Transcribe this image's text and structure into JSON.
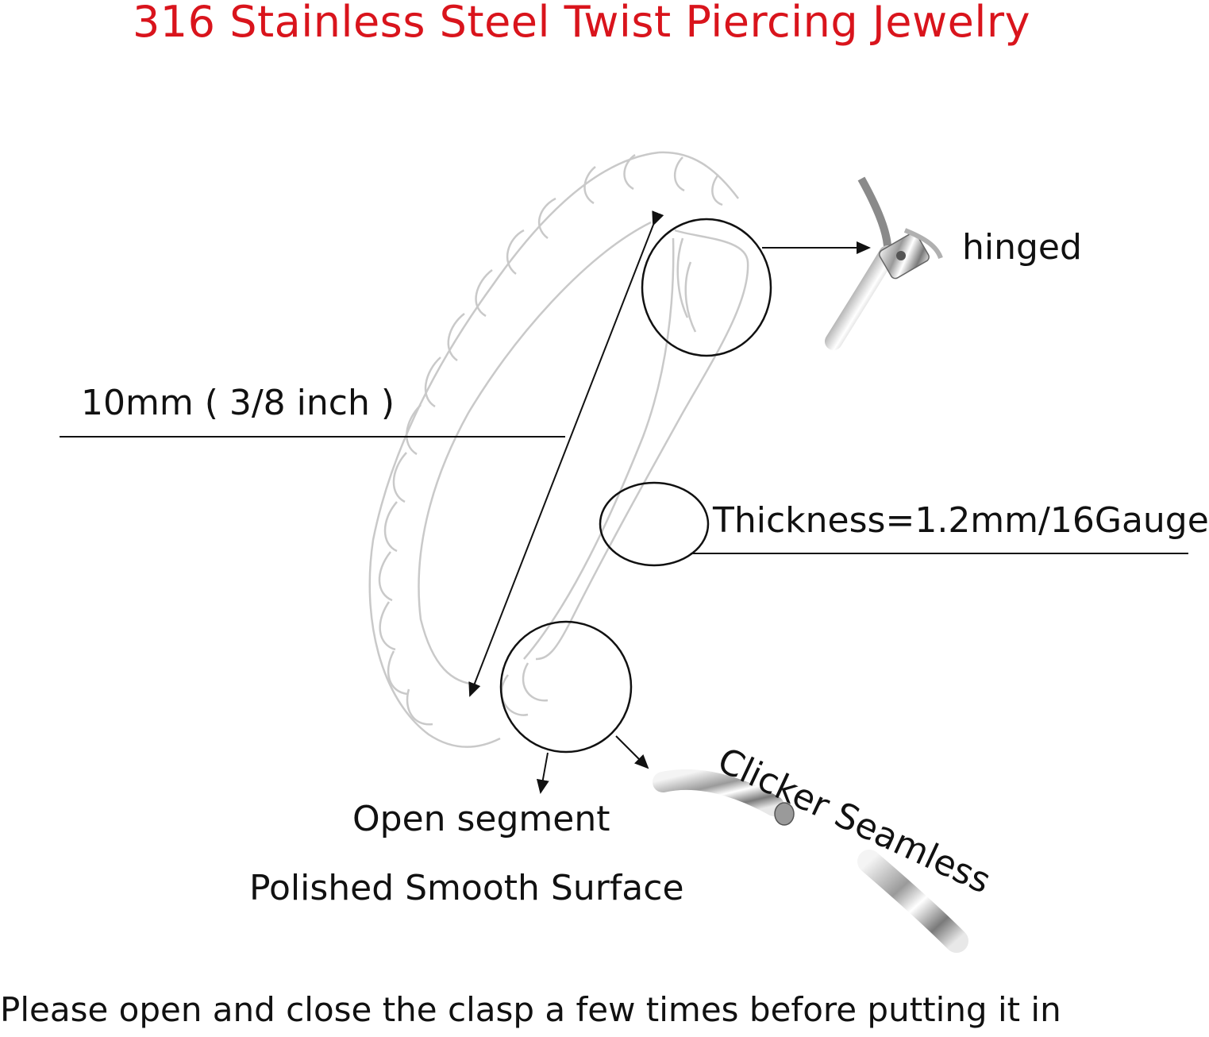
{
  "title": "316 Stainless Steel Twist Piercing Jewelry",
  "labels": {
    "hinged": "hinged",
    "diameter": "10mm ( 3/8 inch )",
    "thickness": "Thickness=1.2mm/16Gauge",
    "open_segment": "Open segment",
    "polished": "Polished Smooth Surface",
    "clicker": "Clicker Seamless"
  },
  "note": "Please open and close the clasp a few times before putting it in",
  "colors": {
    "title": "#d9141c",
    "text": "#111111",
    "line": "#222222"
  }
}
